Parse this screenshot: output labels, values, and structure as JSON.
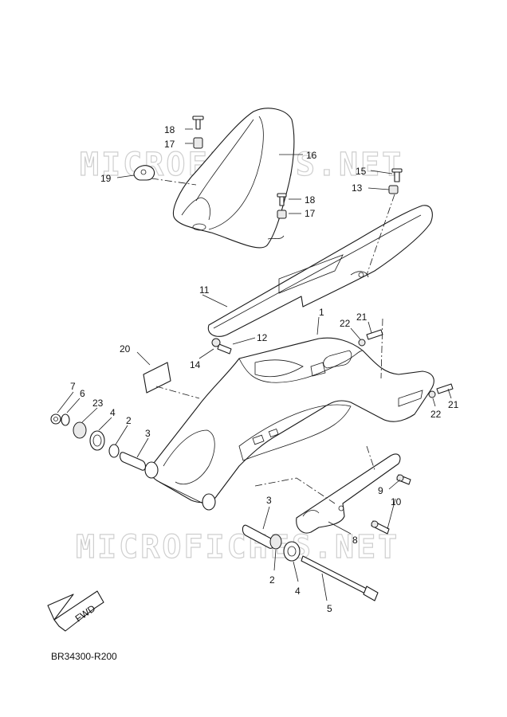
{
  "watermark": {
    "top": "MICROFICHES.NET",
    "bottom": "MICROFICHES.NET"
  },
  "callouts": {
    "c1": "1",
    "c2a": "2",
    "c2b": "2",
    "c3a": "3",
    "c3b": "3",
    "c4a": "4",
    "c4b": "4",
    "c5": "5",
    "c6": "6",
    "c7": "7",
    "c8": "8",
    "c9": "9",
    "c10": "10",
    "c11": "11",
    "c12": "12",
    "c13": "13",
    "c14": "14",
    "c15": "15",
    "c16": "16",
    "c17a": "17",
    "c17b": "17",
    "c18a": "18",
    "c18b": "18",
    "c19": "19",
    "c20": "20",
    "c21a": "21",
    "c21b": "21",
    "c22a": "22",
    "c22b": "22",
    "c23": "23"
  },
  "fwd_label": "FWD",
  "reference_code": "BR34300-R200"
}
